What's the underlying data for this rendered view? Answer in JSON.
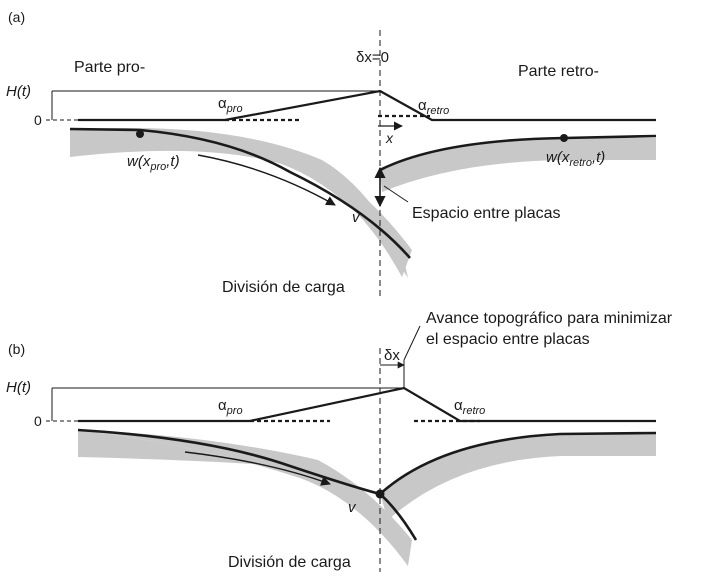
{
  "panel_a": {
    "tag": "(a)",
    "pro_side": "Parte pro-",
    "retro_side": "Parte retro-",
    "dx_label": "δx=0",
    "h_label": "H(t)",
    "zero_label": "0",
    "alpha_symbol": "α",
    "pro_sub": "pro",
    "retro_sub": "retro",
    "x_label": "x",
    "w_pro_prefix": "w(x",
    "w_pro_sub": "pro",
    "w_pro_suffix": ",t)",
    "w_retro_prefix": "w(x",
    "w_retro_sub": "retro",
    "w_retro_suffix": ",t)",
    "v_label": "v",
    "gap_label": "Espacio entre placas",
    "load_label": "División de carga"
  },
  "panel_b": {
    "tag": "(b)",
    "advance_line1": "Avance topográfico para minimizar",
    "advance_line2": "el espacio entre placas",
    "dx_label": "δx",
    "h_label": "H(t)",
    "zero_label": "0",
    "alpha_symbol": "α",
    "pro_sub": "pro",
    "retro_sub": "retro",
    "v_label": "v",
    "load_label": "División de carga"
  },
  "colors": {
    "ink": "#1a1a1a",
    "plate_fill": "#c8c8c8"
  }
}
